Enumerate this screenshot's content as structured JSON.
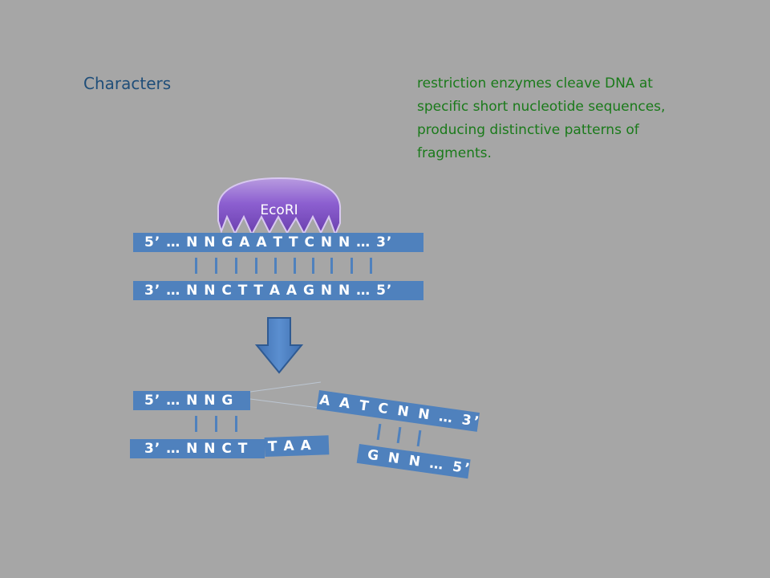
{
  "heading": "Characters",
  "description": "restriction enzymes cleave DNA at specific short nucleotide sequences, producing distinctive patterns of fragments.",
  "enzyme": {
    "label": "EcoRI",
    "color": "#7f4fc0"
  },
  "strand_color": "#4f81bd",
  "intact": {
    "top": "5’ … N N G A A T T C N N … 3’",
    "bottom": "3’ … N N C T T A A G N N … 5’"
  },
  "cut": {
    "left_top": "5’ … N N G",
    "left_bottom_main": "3’ … N N C T",
    "left_bottom_overhang": "T A A",
    "right_top": "A A T C N N … 3’",
    "right_bottom": "G N N … 5’"
  }
}
